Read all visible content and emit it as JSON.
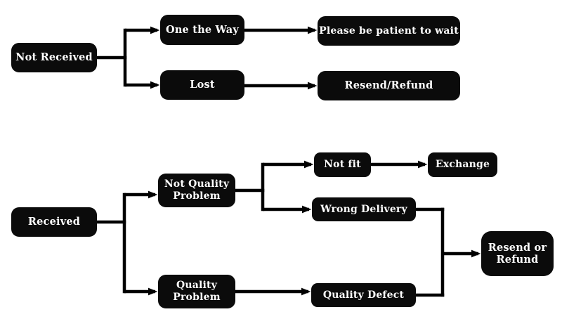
{
  "diagram": {
    "type": "flowchart",
    "colors": {
      "node_fill": "#0b0b0b",
      "node_text": "#ffffff",
      "connector": "#000000",
      "background": "#ffffff"
    },
    "nodes": {
      "not_received": {
        "label": "Not Received"
      },
      "one_the_way": {
        "label": "One the Way"
      },
      "lost": {
        "label": "Lost"
      },
      "please_wait": {
        "label": "Please be patient to wait"
      },
      "resend_refund": {
        "label": "Resend/Refund"
      },
      "received": {
        "label": "Received"
      },
      "not_quality_problem": {
        "label": "Not Quality Problem"
      },
      "quality_problem": {
        "label": "Quality Problem"
      },
      "not_fit": {
        "label": "Not fit"
      },
      "exchange": {
        "label": "Exchange"
      },
      "wrong_delivery": {
        "label": "Wrong Delivery"
      },
      "quality_defect": {
        "label": "Quality Defect"
      },
      "resend_or_refund": {
        "label": "Resend or Refund"
      }
    },
    "edges": [
      {
        "from": "Not Received",
        "to": "One the Way"
      },
      {
        "from": "Not Received",
        "to": "Lost"
      },
      {
        "from": "One the Way",
        "to": "Please be patient to wait"
      },
      {
        "from": "Lost",
        "to": "Resend/Refund"
      },
      {
        "from": "Received",
        "to": "Not Quality Problem"
      },
      {
        "from": "Received",
        "to": "Quality Problem"
      },
      {
        "from": "Not Quality Problem",
        "to": "Not fit"
      },
      {
        "from": "Not Quality Problem",
        "to": "Wrong Delivery"
      },
      {
        "from": "Not fit",
        "to": "Exchange"
      },
      {
        "from": "Wrong Delivery",
        "to": "Resend or Refund"
      },
      {
        "from": "Quality Problem",
        "to": "Quality Defect"
      },
      {
        "from": "Quality Defect",
        "to": "Resend or Refund"
      }
    ]
  }
}
